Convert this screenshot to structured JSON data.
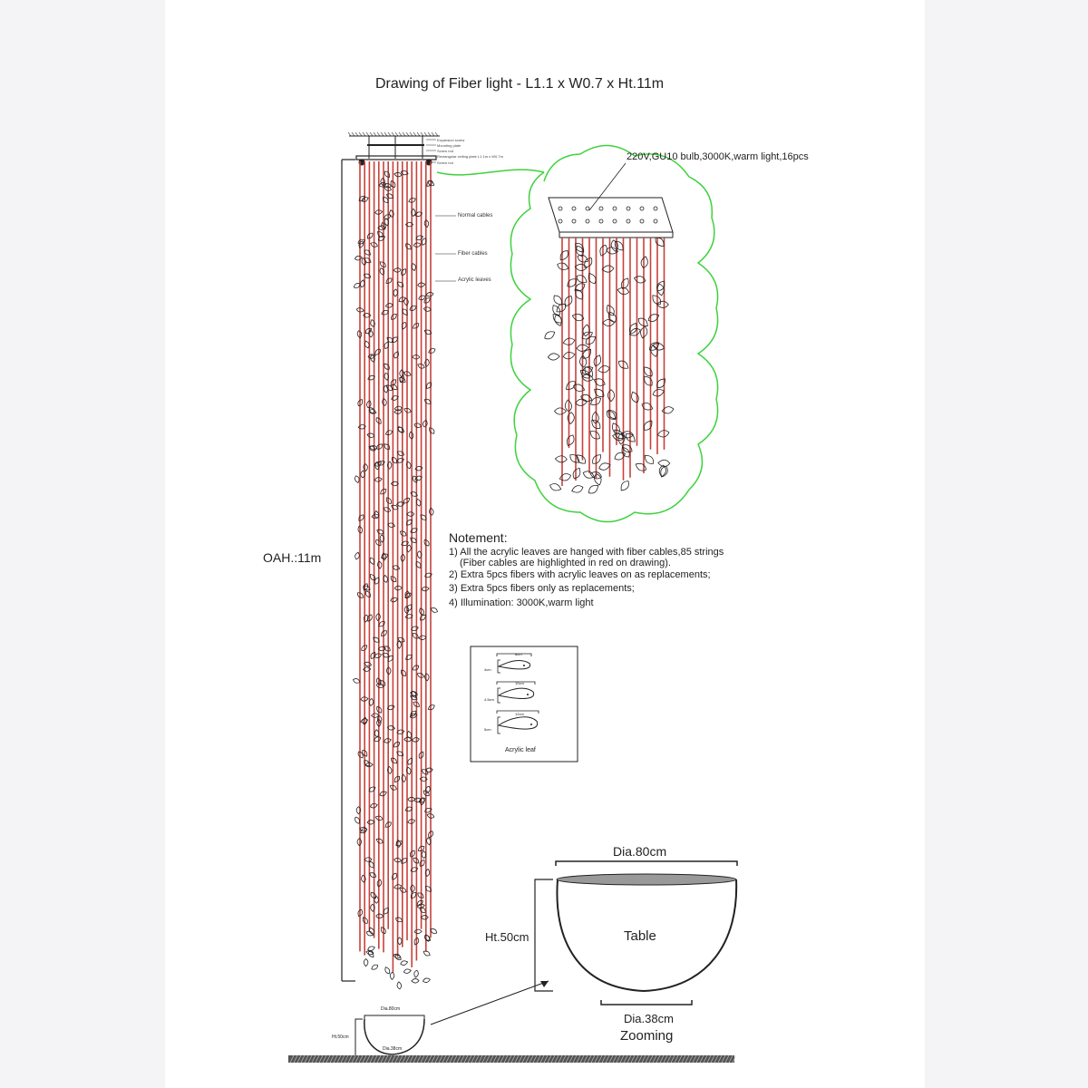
{
  "title": "Drawing of Fiber light - L1.1 x W0.7 x Ht.11m",
  "top_labels": [
    "Expansion screw",
    "Mounting plate",
    "Screw rod",
    "Rectangular ceiling plate L1.1m x W0.7m",
    "Screw nut"
  ],
  "side_labels": {
    "normal": "Normal cables",
    "fiber": "Fiber cables",
    "leaves": "Acrylic leaves"
  },
  "height_label": "OAH.:11m",
  "bulb_label": "220V,GU10 bulb,3000K,warm light,16pcs",
  "notes": {
    "heading": "Notement:",
    "lines": [
      "1) All the acrylic leaves are hanged with fiber cables,85 strings",
      "    (Fiber cables are highlighted in red on drawing).",
      "2) Extra 5pcs fibers with acrylic leaves on as replacements;",
      "3) Extra 5pcs fibers only as replacements;",
      "4) Illumination: 3000K,warm light"
    ]
  },
  "leaf_box": {
    "title": "Acrylic leaf",
    "sizes": [
      {
        "w": "8cm",
        "h": "4cm"
      },
      {
        "w": "10cm",
        "h": "4.5cm"
      },
      {
        "w": "12cm",
        "h": "5cm"
      }
    ]
  },
  "table": {
    "top": "Dia.80cm",
    "height": "Ht.50cm",
    "name": "Table",
    "bottom": "Dia.38cm",
    "caption": "Zooming"
  },
  "colors": {
    "fiber": "#c8413a",
    "cloud": "#3fd23f",
    "ink": "#222222"
  }
}
